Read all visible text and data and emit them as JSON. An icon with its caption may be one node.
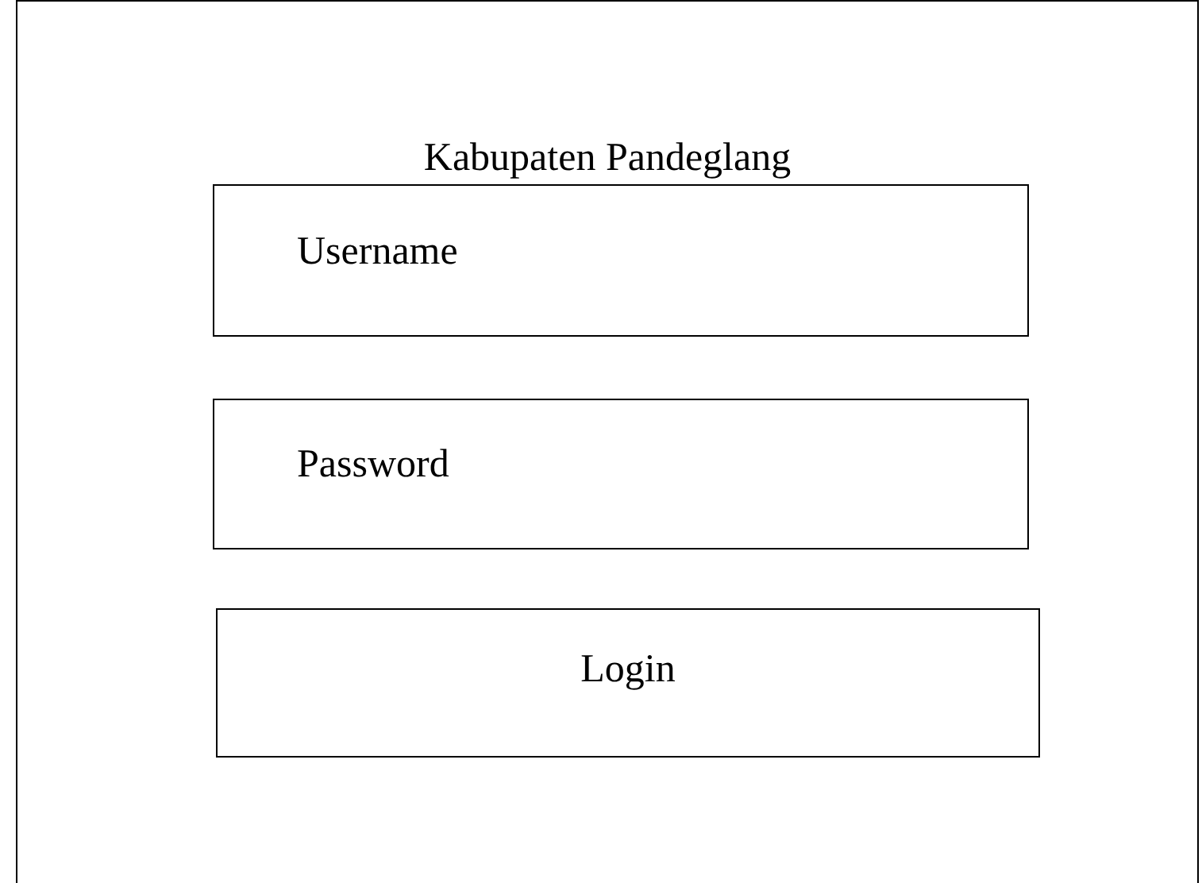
{
  "diagram": {
    "nodes": [
      {
        "text": [
          "Kabupaten Pandeglang"
        ]
      },
      {
        "text": [
          "Username"
        ],
        "in": 0
      },
      {
        "text": [
          "Password"
        ],
        "in": 0
      },
      {
        "text": [
          "Login"
        ],
        "in": 0
      }
    ]
  }
}
